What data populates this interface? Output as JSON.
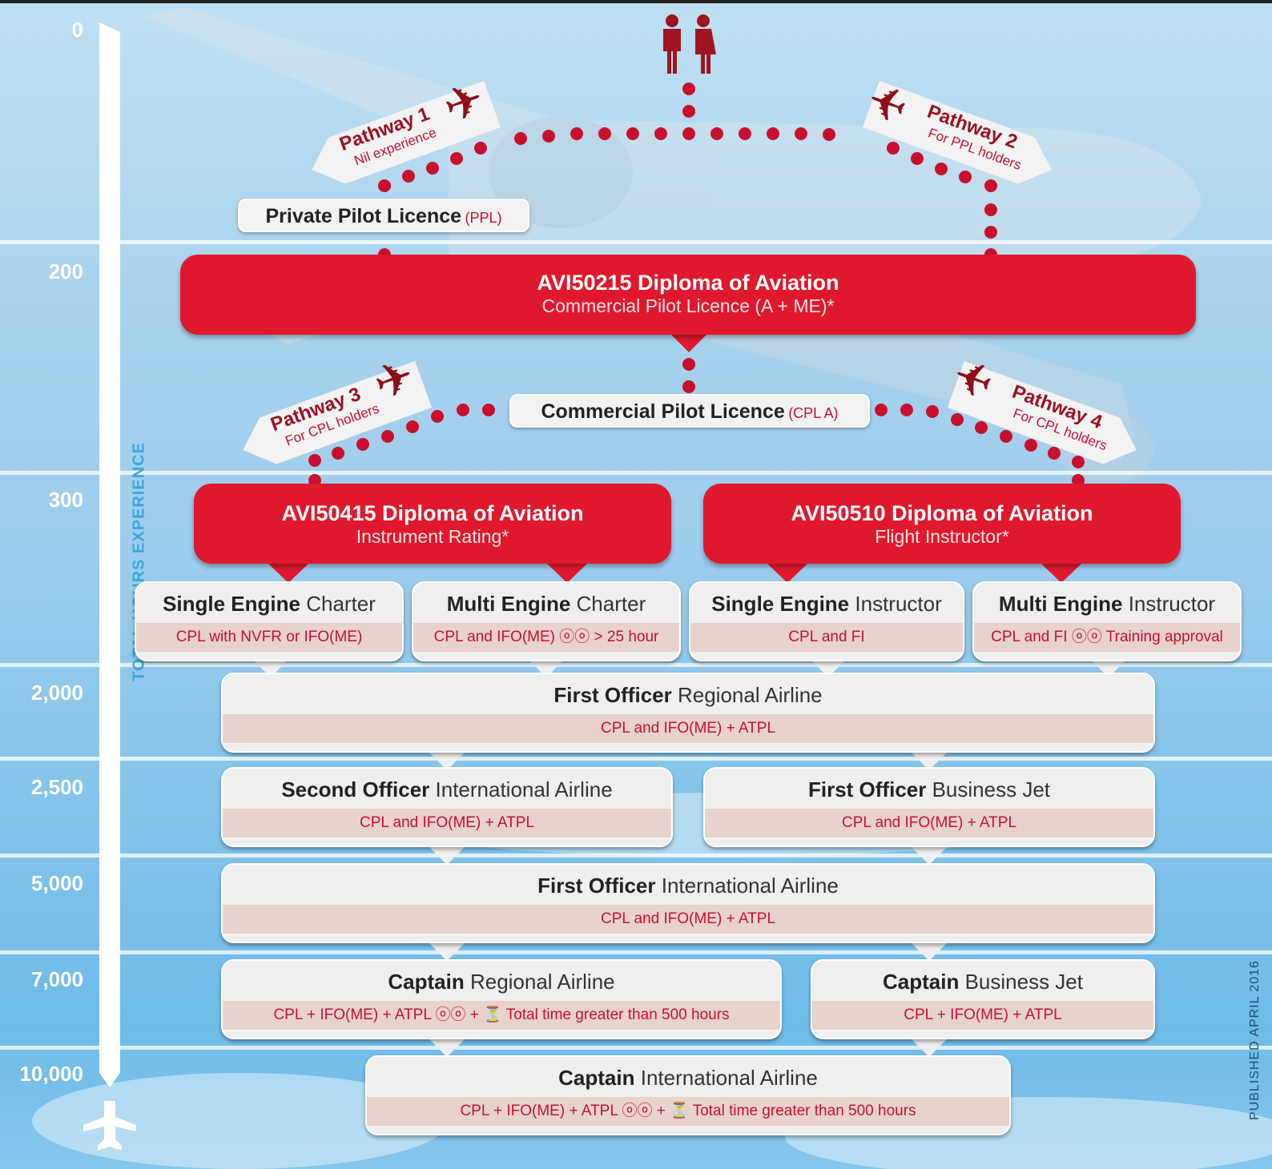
{
  "axis": {
    "title": "TOTAL HOURS EXPERIENCE",
    "ticks": [
      "0",
      "200",
      "300",
      "2,000",
      "2,500",
      "5,000",
      "7,000",
      "10,000"
    ]
  },
  "published": "PUBLISHED APRIL 2016",
  "pathways": [
    {
      "title": "Pathway 1",
      "note": "Nil experience"
    },
    {
      "title": "Pathway 2",
      "note": "For PPL holders"
    },
    {
      "title": "Pathway 3",
      "note": "For CPL holders"
    },
    {
      "title": "Pathway 4",
      "note": "For CPL holders"
    }
  ],
  "ppl": {
    "title": "Private Pilot Licence",
    "abbr": "(PPL)"
  },
  "cpl": {
    "title": "Commercial Pilot Licence",
    "abbr": "(CPL A)"
  },
  "diplomas": [
    {
      "title": "AVI50215 Diploma of Aviation",
      "subtitle": "Commercial Pilot Licence (A + ME)*"
    },
    {
      "title": "AVI50415 Diploma of Aviation",
      "subtitle": "Instrument Rating*"
    },
    {
      "title": "AVI50510 Diploma of Aviation",
      "subtitle": "Flight Instructor*"
    }
  ],
  "roles": [
    {
      "bold": "Single Engine",
      "light": "Charter",
      "req": "CPL with NVFR or IFO(ME)"
    },
    {
      "bold": "Multi Engine",
      "light": "Charter",
      "req": "CPL and IFO(ME) ⓞⓞ > 25 hour"
    },
    {
      "bold": "Single Engine",
      "light": "Instructor",
      "req": "CPL and FI"
    },
    {
      "bold": "Multi Engine",
      "light": "Instructor",
      "req": "CPL and FI ⓞⓞ Training approval"
    },
    {
      "bold": "First Officer",
      "light": "Regional Airline",
      "req": "CPL and IFO(ME) + ATPL"
    },
    {
      "bold": "Second Officer",
      "light": "International Airline",
      "req": "CPL and IFO(ME) + ATPL"
    },
    {
      "bold": "First Officer",
      "light": "Business Jet",
      "req": "CPL and IFO(ME) + ATPL"
    },
    {
      "bold": "First Officer",
      "light": "International Airline",
      "req": "CPL and IFO(ME) + ATPL"
    },
    {
      "bold": "Captain",
      "light": "Regional Airline",
      "req": "CPL + IFO(ME) + ATPL ⓞⓞ + ⏳ Total time greater than 500 hours"
    },
    {
      "bold": "Captain",
      "light": "Business Jet",
      "req": "CPL + IFO(ME) + ATPL"
    },
    {
      "bold": "Captain",
      "light": "International Airline",
      "req": "CPL + IFO(ME) + ATPL ⓞⓞ + ⏳ Total time greater than 500 hours"
    }
  ],
  "colors": {
    "red": "#e0182d",
    "dark_red": "#8e0d17",
    "req_bg": "#e7d2cc",
    "axis": "#3aa7e0"
  },
  "icons": [
    "people-icon",
    "plane-icon",
    "airplane-down-icon"
  ]
}
